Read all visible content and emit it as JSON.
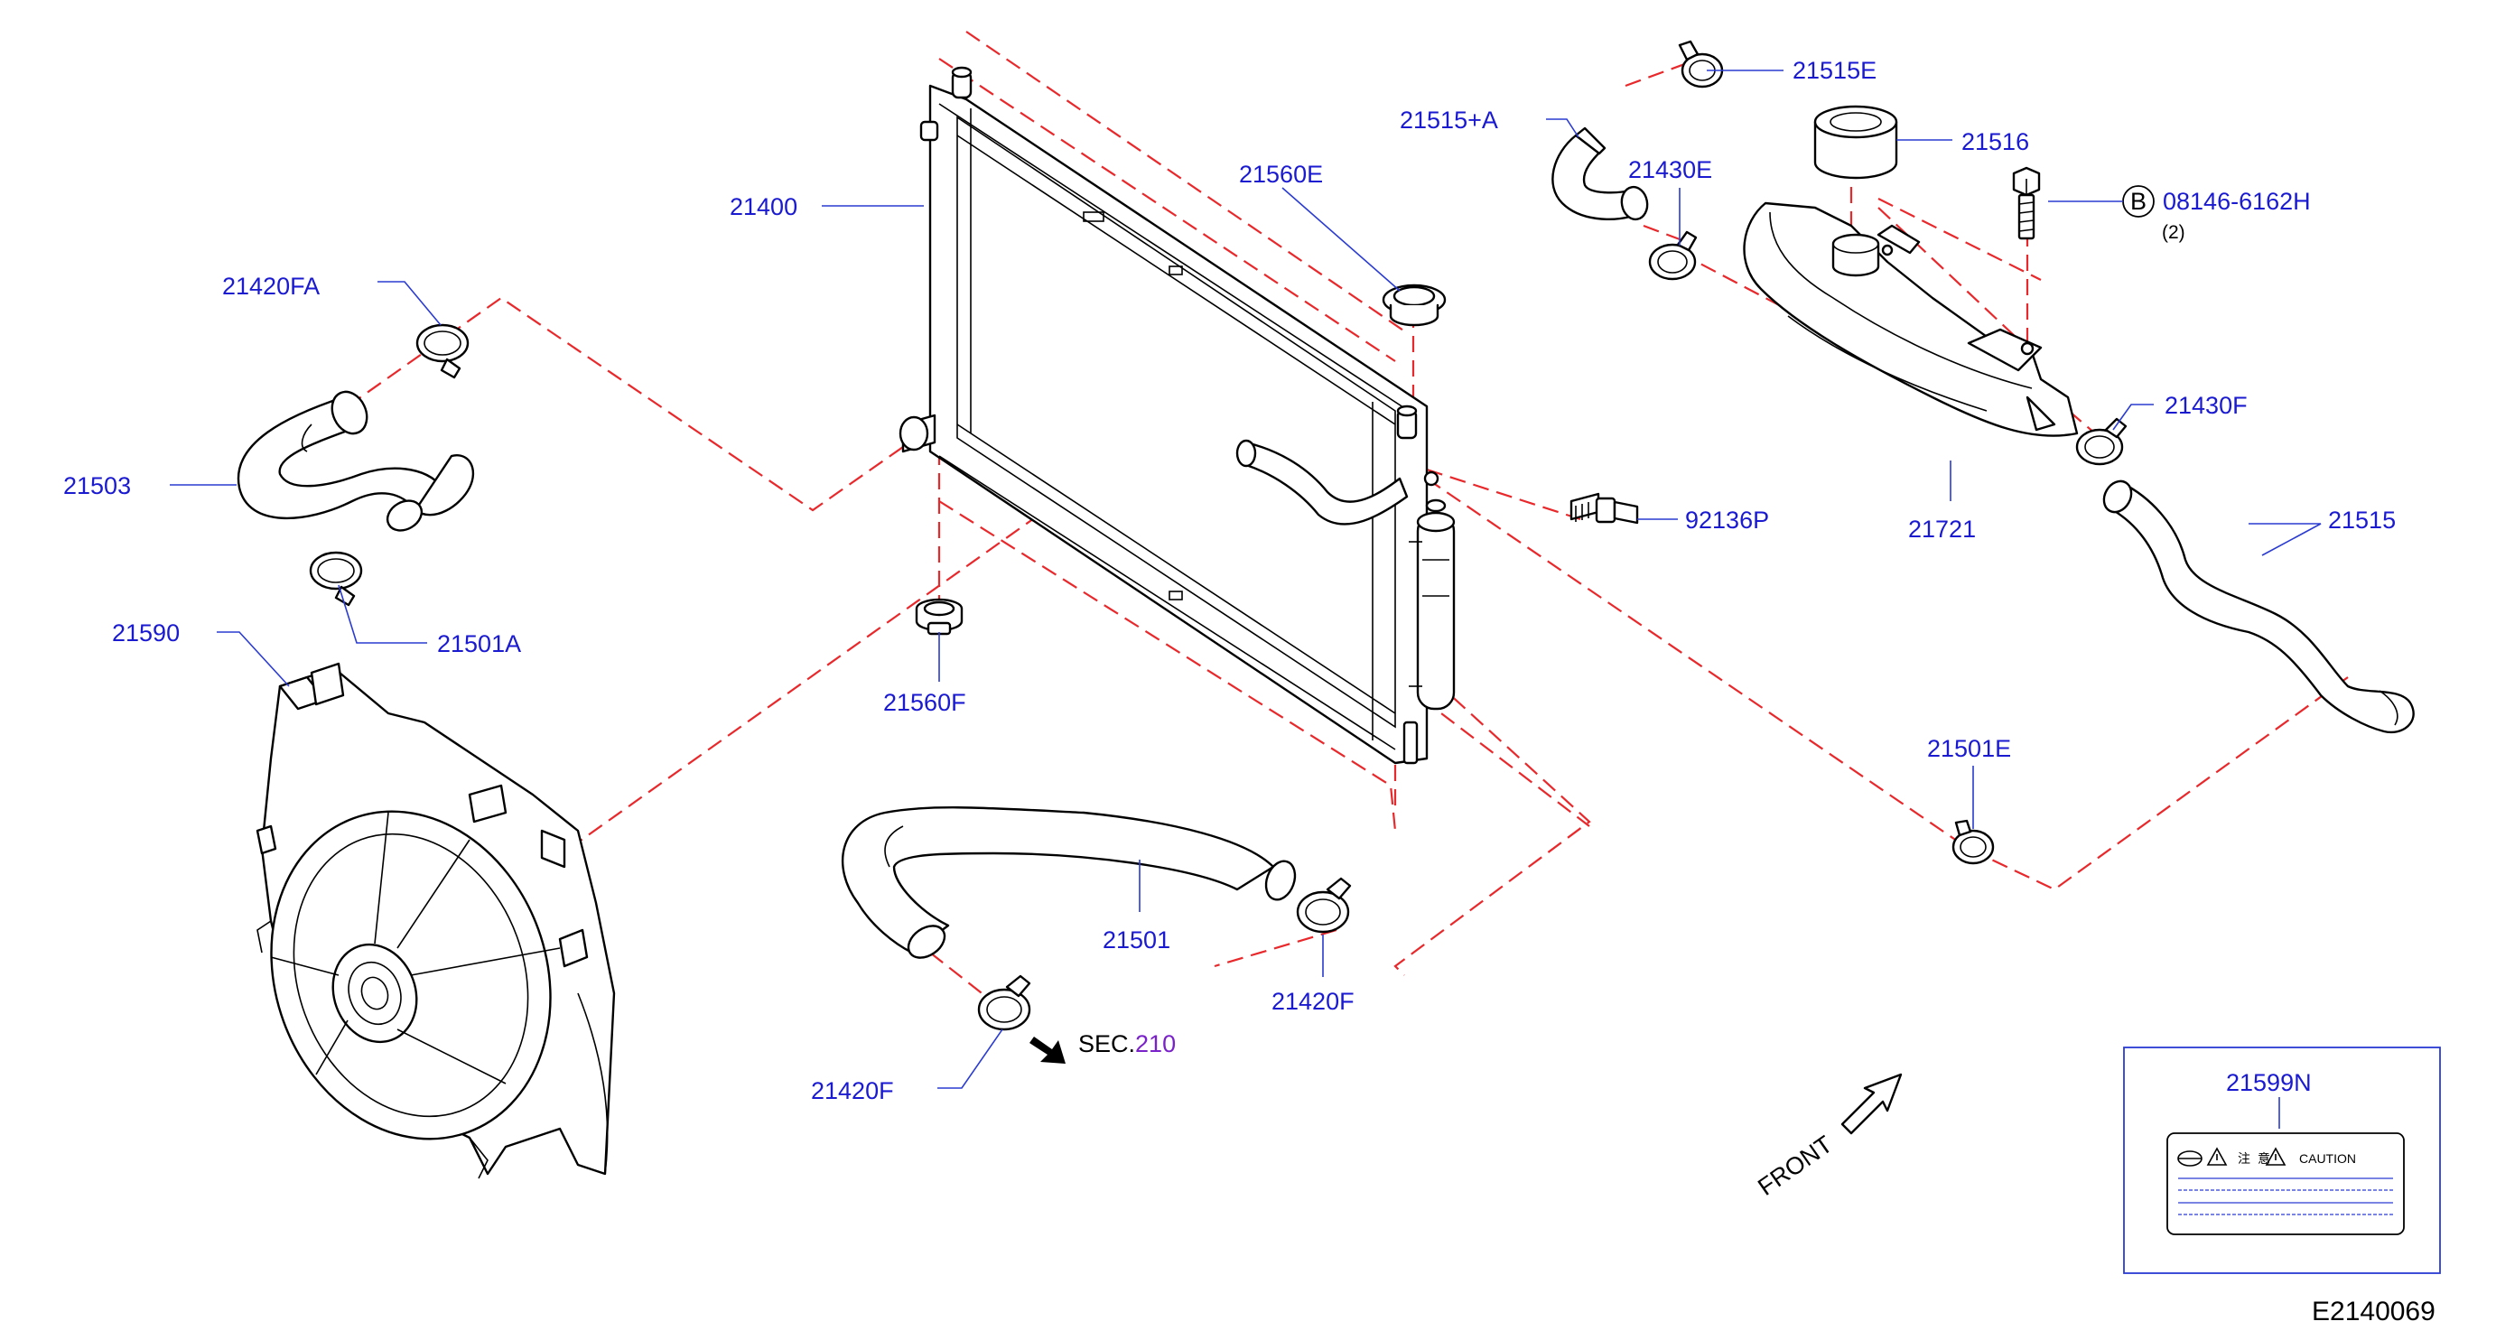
{
  "diagram_id": "E2140069",
  "sec_ref": {
    "prefix": "SEC.",
    "number": "210"
  },
  "front_label": "FRONT",
  "bolt_marker": "B",
  "bolt_qty": "(2)",
  "caution_word": "CAUTION",
  "caution_glyph_1": "注",
  "caution_glyph_2": "意",
  "parts": {
    "p21400": "21400",
    "p21560E": "21560E",
    "p21420FA": "21420FA",
    "p21503": "21503",
    "p21501A": "21501A",
    "p21590": "21590",
    "p21560F": "21560F",
    "p21501": "21501",
    "p21420F_right": "21420F",
    "p21420F_left": "21420F",
    "p21515E": "21515E",
    "p21515A": "21515+A",
    "p21430E": "21430E",
    "p21516": "21516",
    "p08146": "08146-6162H",
    "p92136P": "92136P",
    "p21721": "21721",
    "p21430F": "21430F",
    "p21515": "21515",
    "p21501E": "21501E",
    "p21599N": "21599N"
  },
  "colors": {
    "label": "#1a1ad0",
    "dashed_line": "#e8282b",
    "sec_number": "#7a22c9"
  }
}
